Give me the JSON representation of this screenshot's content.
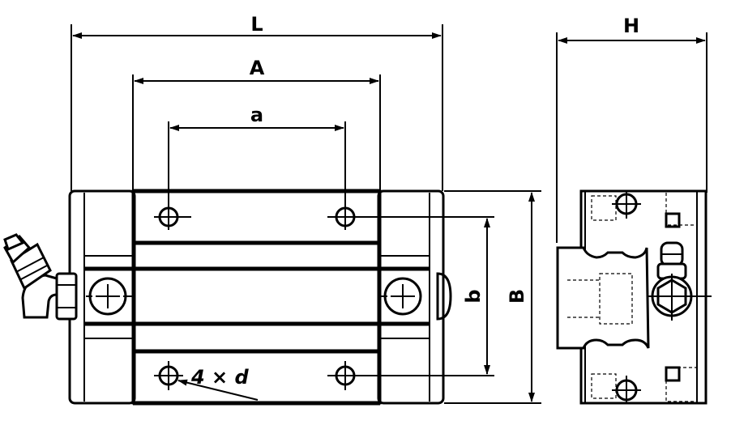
{
  "labels": {
    "L": "L",
    "A": "A",
    "a": "a",
    "H": "H",
    "b": "b",
    "B": "B",
    "holes": "4 × d"
  },
  "colors": {
    "line": "#000000",
    "background": "#ffffff"
  }
}
